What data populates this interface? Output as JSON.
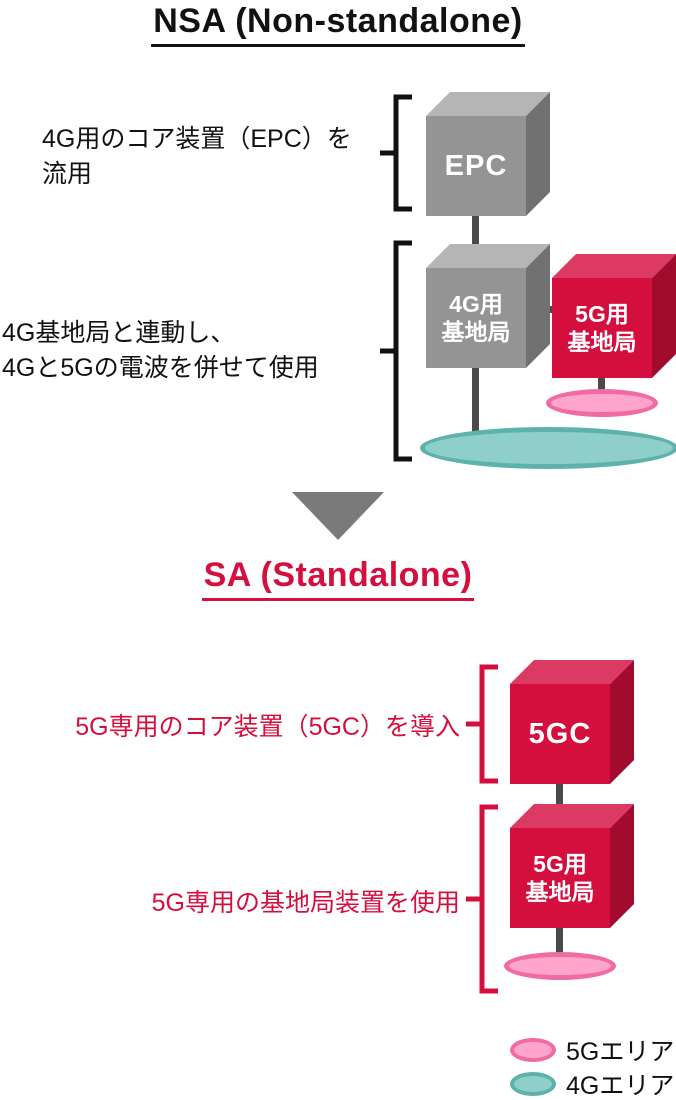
{
  "colors": {
    "gray_front": "#949494",
    "gray_top": "#b5b5b5",
    "gray_side": "#717171",
    "red_front": "#d50f3d",
    "red_top": "#dc3a62",
    "red_side": "#a00b2e",
    "line": "#4a4a4a",
    "pink_fill": "#ffa5cc",
    "pink_stroke": "#f06ba3",
    "teal_fill": "#8ed0c9",
    "teal_stroke": "#5db3ab",
    "arrow": "#7a7a7a",
    "text_black": "#111111",
    "crimson": "#d50f3d"
  },
  "nsa": {
    "title": "NSA (Non-standalone)",
    "note_core": {
      "line1": "4G用のコア装置（EPC）を",
      "line2": "流用"
    },
    "note_base": {
      "line1": "4G基地局と連動し、",
      "line2": "4Gと5Gの電波を併せて使用"
    },
    "epc_label": "EPC",
    "bs4g": {
      "line1": "4G用",
      "line2": "基地局"
    },
    "bs5g": {
      "line1": "5G用",
      "line2": "基地局"
    }
  },
  "sa": {
    "title": "SA (Standalone)",
    "note_core": "5G専用のコア装置（5GC）を導入",
    "note_base": "5G専用の基地局装置を使用",
    "core_label": "5GC",
    "bs5g": {
      "line1": "5G用",
      "line2": "基地局"
    }
  },
  "legend": {
    "item_5g": "5Gエリア",
    "item_4g": "4Gエリア"
  }
}
